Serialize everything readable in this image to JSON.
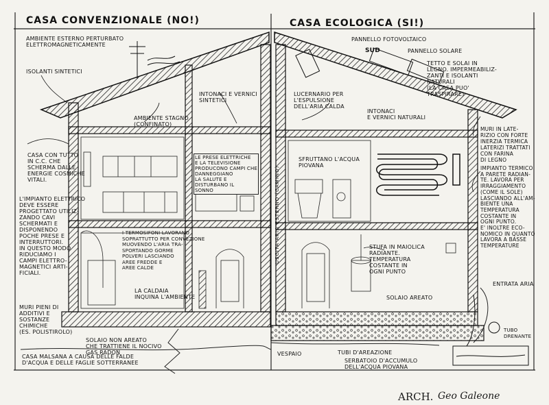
{
  "headers": {
    "left": "CASA CONVENZIONALE (NO!)",
    "right": "CASA ECOLOGICA (SI!)"
  },
  "left_labels": {
    "ambiente_esterno": "AMBIENTE ESTERNO PERTURBATO\nELETTROMAGNETICAMENTE",
    "isolanti": "ISOLANTI SINTETICI",
    "intonaci": "INTONACI E VERNICI\nSINTETICI",
    "ambiente_stagno": "AMBIENTE STAGNO\n(CONFINATO)",
    "casa_cemento": "CASA CON TUTTO\nIN C.C. CHE\nSCHERMA DALLE\nENERGIE COSMICHE\nVITALI.",
    "prese": "LE PRESE ELETTRICHE\nE LA TELEVISIONE\nPRODUCONO CAMPI CHE\nDANNEGGIANO\nLA SALUTE E\nDISTURBANO IL\nSONNO",
    "impianto_elettrico": "L'IMPIANTO ELETTRICO\nDEVE ESSERE\nPROGETTATO UTILIZ-\nZANDO CAVI\nSCHERMATI E\nDISPONENDO\nPOCHE PRESE E\nINTERRUTTORI.\nIN QUESTO MODO\nRIDUCIAMO I\nCAMPI ELETTRO-\nMAGNETICI ARTI-\nFICIALI.",
    "termosifoni": "I TERMOSIFONI LAVORANO\nSOPRATTUTTO PER CONVEZIONE\nMUOVENDO L'ARIA TRA-\nSPORTANDO GORME\nPOLVERI LASCIANDO\nAREE FREDDE E\nAREE CALDE",
    "caldaia": "LA CALDAIA\nINQUINA L'AMBIENTE",
    "muri_pieni": "MURI PIENI DI\nADDITIVI E\nSOSTANZE\nCHIMICHE\n(ES. POLISTIROLO)",
    "solaio": "SOLAIO NON AREATO\nCHE TRATTIENE IL NOCIVO\nGAS RADON",
    "casa_malsana": "CASA MALSANA A CAUSA DELLE FALDE\nD'ACQUA E DELLE FAGLIE SOTTERRANEE"
  },
  "right_labels": {
    "pannello_foto": "PANNELLO FOTOVOLTAICO",
    "sud": "SUD",
    "pannello_solare": "PANNELLO SOLARE",
    "tetto": "TETTO E SOLAI IN\nLEGNO. IMPERMEABILIZ-\nZANTI E ISOLANTI\nNATURALI\n(LA CASA PUO'\nTRASPIRARE)",
    "lucernario": "LUCERNARIO PER\nL'ESPULSIONE\nDELL'ARIA CALDA",
    "intonaci": "INTONACI\nE VERNICI NATURALI",
    "muri_laterizio": "MURI IN LATE-\nRIZIO CON FORTE\nINERZIA TERMICA\nLATERIZI TRATTATI\nCON FARINA\nDI LEGNO",
    "sfruttano": "SFRUTTANO L'ACQUA\nPIOVANA",
    "impianto_termico": "IMPIANTO TERMICO\nA PARETE RADIAN-\nTE. LAVORA PER\nIRRAGGIAMENTO\n(COME IL SOLE)\nLASCIANDO ALL'AM-\nBIENTE UNA\nTEMPERATURA\nCOSTANTE IN\nOGNI PUNTO.\nE' INOLTRE ECO-\nNOMICO IN QUANTO\nLAVORA A BASSE\nTEMPERATURE",
    "uscita_aria": "USCITA ARIA ESTERNO (CAMINO)",
    "stufa": "STUFA IN MAIOLICA\nRADIANTE.\nTEMPERATURA\nCOSTANTE IN\nOGNI PUNTO",
    "solaio_areato": "SOLAIO AREATO",
    "entrata_aria": "ENTRATA ARIA",
    "tubo_drenante": "TUBO\nDRENANTE",
    "vespaio": "VESPAIO",
    "tubi_areazione": "TUBI D'AREAZIONE",
    "serbatoio": "SERBATOIO D'ACCUMULO\nDELL'ACQUA PIOVANA"
  },
  "signature": {
    "prefix": "ARCH.",
    "name": "Geo Galeone"
  }
}
